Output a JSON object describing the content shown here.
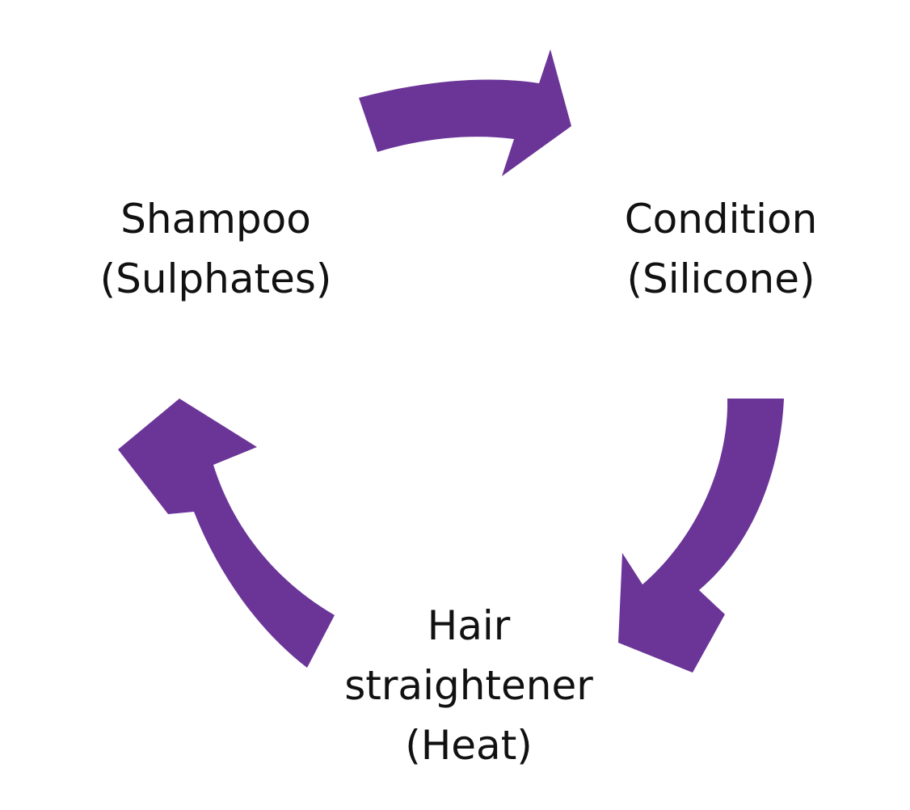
{
  "colors": {
    "arrow": "#6b3598",
    "text": "#111111",
    "background": "#ffffff"
  },
  "nodes": {
    "shampoo": {
      "line1": "Shampoo",
      "line2": "(Sulphates)"
    },
    "condition": {
      "line1": "Condition",
      "line2": "(Silicone)"
    },
    "straightener": {
      "line1": "Hair",
      "line2": "straightener",
      "line3": "(Heat)"
    }
  }
}
